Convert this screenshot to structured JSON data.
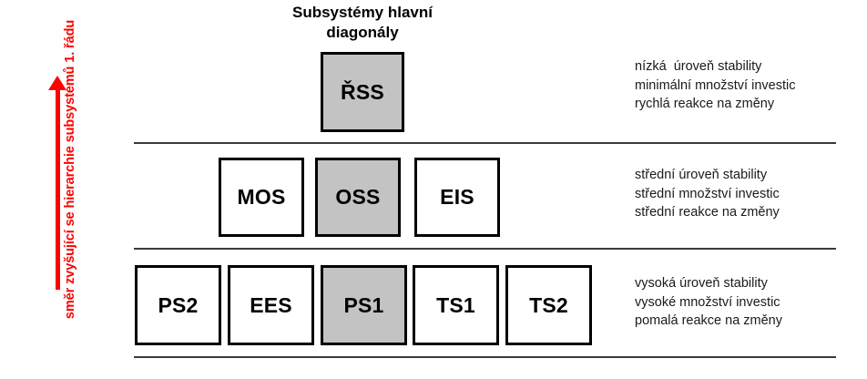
{
  "title": {
    "line1": "Subsystémy hlavní",
    "line2": "diagonály"
  },
  "axis": {
    "label": "směr zvyšující se hierarchie subsystémů 1. řádu",
    "arrow_color": "#FF0000",
    "arrow_direction": "up"
  },
  "colors": {
    "accent": "#FF0000",
    "box_border": "#000000",
    "box_fill_highlight": "#C3C3C3",
    "box_fill_default": "#FFFFFF",
    "divider": "#3A3A3A"
  },
  "levels": [
    {
      "id": "level-1",
      "boxes": [
        {
          "label": "ŘSS",
          "highlighted": true
        }
      ],
      "description": [
        "nízká  úroveň stability",
        "minimální množství investic",
        "rychlá reakce na změny"
      ]
    },
    {
      "id": "level-2",
      "boxes": [
        {
          "label": "MOS",
          "highlighted": false
        },
        {
          "label": "OSS",
          "highlighted": true
        },
        {
          "label": "EIS",
          "highlighted": false
        }
      ],
      "description": [
        "střední úroveň stability",
        "střední množství investic",
        "střední reakce na změny"
      ]
    },
    {
      "id": "level-3",
      "boxes": [
        {
          "label": "PS2",
          "highlighted": false
        },
        {
          "label": "EES",
          "highlighted": false
        },
        {
          "label": "PS1",
          "highlighted": true
        },
        {
          "label": "TS1",
          "highlighted": false
        },
        {
          "label": "TS2",
          "highlighted": false
        }
      ],
      "description": [
        "vysoká úroveň stability",
        "vysoké množství investic",
        "pomalá reakce na změny"
      ]
    }
  ]
}
